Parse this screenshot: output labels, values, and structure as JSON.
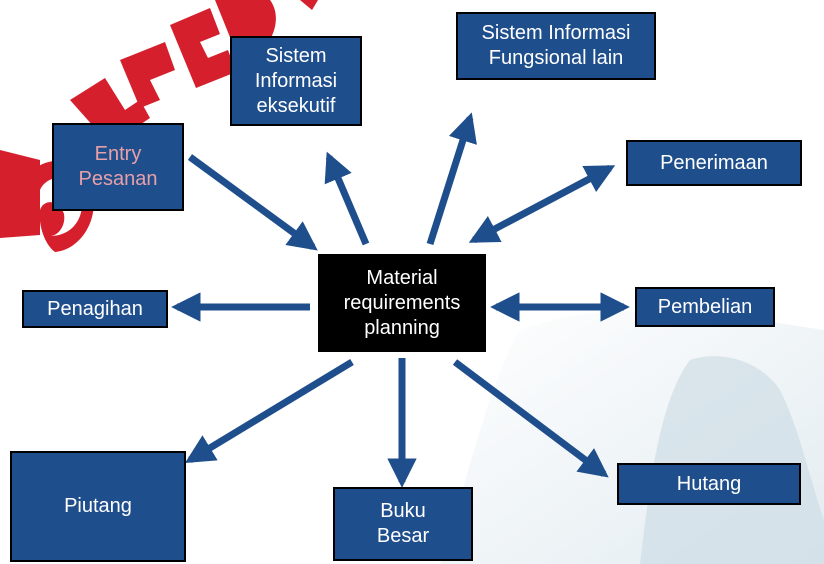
{
  "colors": {
    "box_fill": "#1f4e8c",
    "box_border": "#000000",
    "center_fill": "#000000",
    "arrow": "#1f4e8c",
    "text": "#ffffff",
    "watermark": "#d61f2c"
  },
  "center": {
    "label": "Material\nrequirements\nplanning"
  },
  "nodes": {
    "sistem_informasi_eksekutif": "Sistem\nInformasi\neksekutif",
    "sistem_informasi_fungsional_lain": "Sistem Informasi\nFungsional lain",
    "entry_pesanan": "Entry\nPesanan",
    "penerimaan": "Penerimaan",
    "penagihan": "Penagihan",
    "pembelian": "Pembelian",
    "piutang": "Piutang",
    "buku_besar": "Buku\nBesar",
    "hutang": "Hutang"
  }
}
